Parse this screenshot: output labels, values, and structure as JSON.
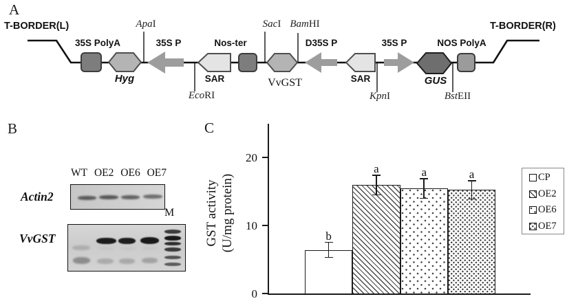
{
  "a": {
    "panel_label": "A",
    "t_border_l": "T-BORDER(L)",
    "t_border_r": "T-BORDER(R)",
    "s35_polya": "35S PolyA",
    "hyg": "Hyg",
    "p35s_1": "35S P",
    "sar1": "SAR",
    "nos_ter": "Nos-ter",
    "vvgst": "VvGST",
    "d35s": "D35S P",
    "sar2": "SAR",
    "p35s_2": "35S P",
    "gus": "GUS",
    "nos_polya": "NOS PolyA",
    "sites": {
      "apa": {
        "it": "Apa",
        "ro": "I"
      },
      "eco": {
        "it": "Eco",
        "ro": "RI"
      },
      "sac": {
        "it": "Sac",
        "ro": "I"
      },
      "bam": {
        "it": "Bam",
        "ro": "HI"
      },
      "kpn": {
        "it": "Kpn",
        "ro": "I"
      },
      "bst": {
        "it": "Bst",
        "ro": "EII"
      }
    }
  },
  "b": {
    "panel_label": "B",
    "lanes": [
      "WT",
      "OE2",
      "OE6",
      "OE7"
    ],
    "marker_label": "M",
    "gel1_label": "Actin2",
    "gel2_label": "VvGST",
    "gel1_bands": "bands in all four lanes",
    "gel2_bands": "strong bands in OE2, OE6, OE7; none in WT; marker ladder in M"
  },
  "c": {
    "panel_label": "C"
  },
  "chart_data": {
    "type": "bar",
    "categories": [
      "CP",
      "OE2",
      "OE6",
      "OE7"
    ],
    "values": [
      6.5,
      16.0,
      15.5,
      15.3
    ],
    "errors": [
      1.2,
      1.5,
      1.5,
      1.4
    ],
    "sig_letters": [
      "b",
      "a",
      "a",
      "a"
    ],
    "title": "",
    "xlabel": "",
    "ylabel_line1": "GST activity",
    "ylabel_line2": "(U/mg protein)",
    "yticks": [
      0,
      10,
      20
    ],
    "ylim": [
      0,
      25
    ],
    "grid": false,
    "legend": [
      "CP",
      "OE2",
      "OE6",
      "OE7"
    ],
    "legend_position": "right",
    "patterns": [
      "plain",
      "diagonal",
      "dots-sparse",
      "dots-dense"
    ],
    "bar_edge_color": "#1a1a1a"
  }
}
